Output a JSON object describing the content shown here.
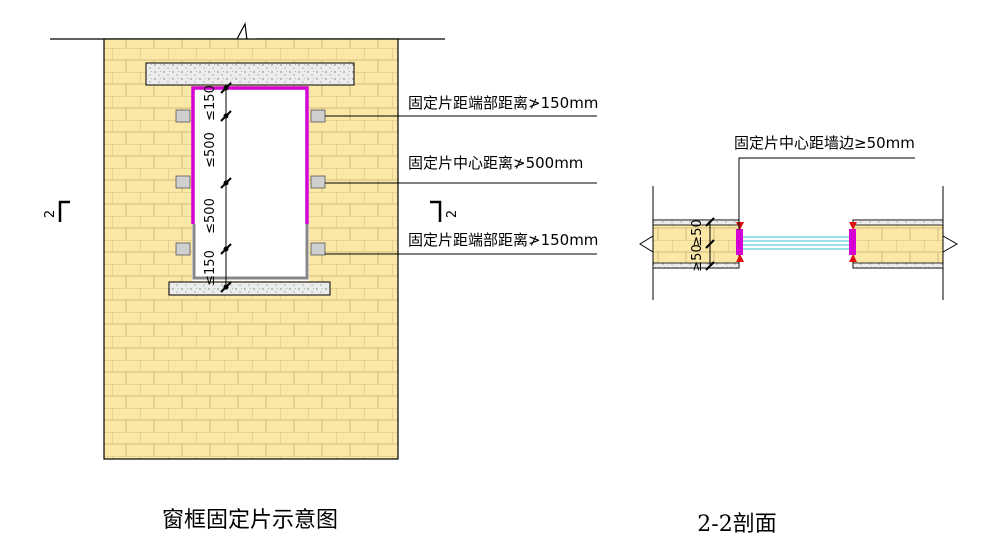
{
  "main_figure": {
    "caption": "窗框固定片示意图",
    "annotations": [
      "固定片距端部距离≯150mm",
      "固定片中心距离≯500mm",
      "固定片距端部距离≯150mm"
    ],
    "dimensions": [
      "≤150",
      "≤500",
      "≤500",
      "≤150"
    ],
    "section_mark": "2"
  },
  "section_figure": {
    "caption": "2-2剖面",
    "annotation": "固定片中心距墙边≥50mm",
    "dimensions": [
      "≥50",
      "≥50"
    ]
  },
  "colors": {
    "brick_fill": "#fbe8a6",
    "mortar": "#d9c487",
    "frame": "#d400d4",
    "glass": "#7fd6e0",
    "anchor": "#e01010",
    "concrete": "#e4e4e4"
  }
}
